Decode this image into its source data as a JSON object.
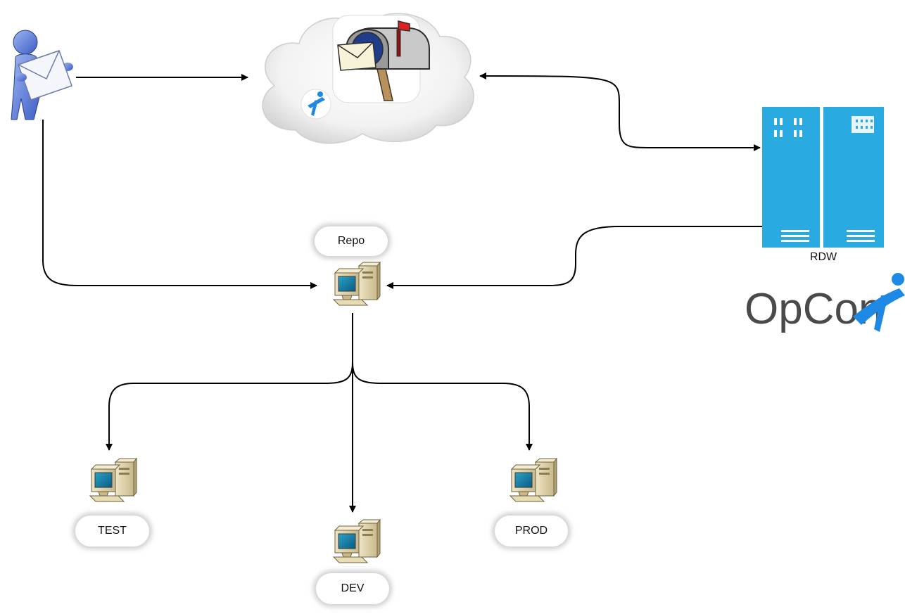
{
  "nodes": {
    "repo": {
      "label": "Repo",
      "icon": "workstation-icon"
    },
    "test": {
      "label": "TEST",
      "icon": "workstation-icon"
    },
    "dev": {
      "label": "DEV",
      "icon": "workstation-icon"
    },
    "prod": {
      "label": "PROD",
      "icon": "workstation-icon"
    },
    "rdw": {
      "label": "RDW",
      "icon": "server-rack-icon"
    },
    "user": {
      "icon": "user-with-envelope-icon"
    },
    "mail_cloud": {
      "icon": "cloud-mailbox-icon"
    }
  },
  "logo": {
    "text": "OpCon",
    "icon": "opcon-figure-icon"
  },
  "colors": {
    "edge": "#000000",
    "server": "#29abe2",
    "user": "#5b7fd6",
    "logo_text": "#4a4a4a",
    "logo_figure": "#1e88e5",
    "mailbox_flag": "#e02020"
  }
}
